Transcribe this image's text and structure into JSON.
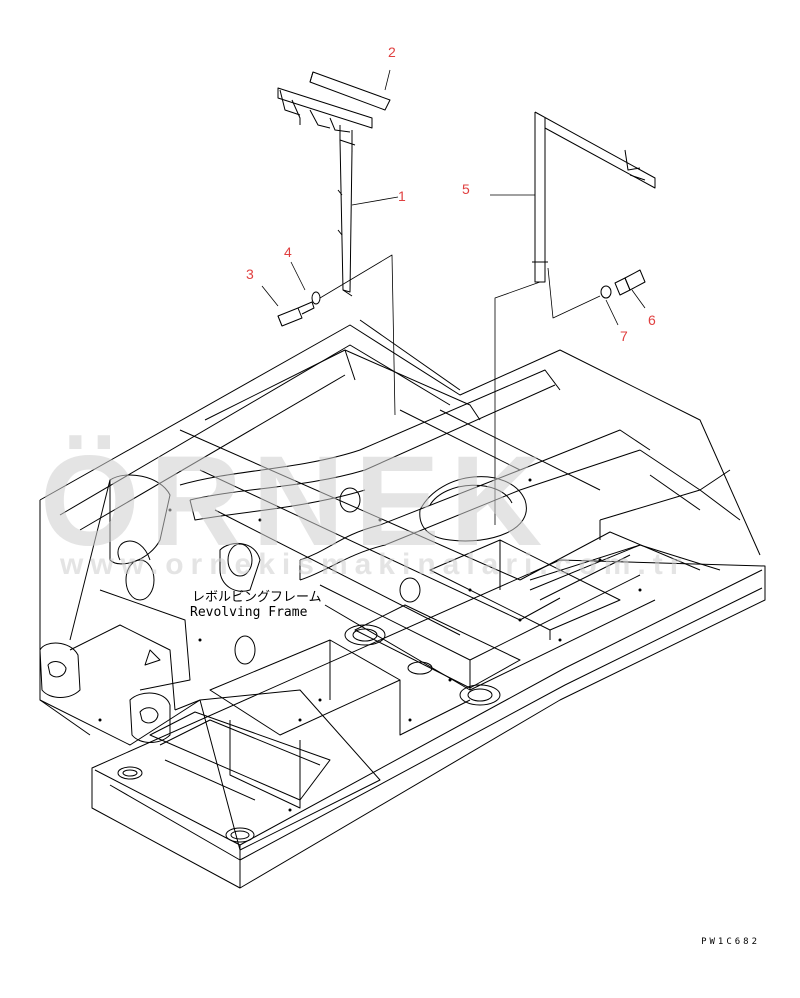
{
  "callout_color": "#e04040",
  "callouts": [
    "1",
    "2",
    "3",
    "4",
    "5",
    "6",
    "7"
  ],
  "frame_label": {
    "jp": "レボルビングフレーム",
    "en": "Revolving Frame"
  },
  "drawing_code": "PW1C682",
  "watermark": {
    "brand": "ÖRNEK",
    "site": "www.ornekismakinalari.com.tr"
  }
}
